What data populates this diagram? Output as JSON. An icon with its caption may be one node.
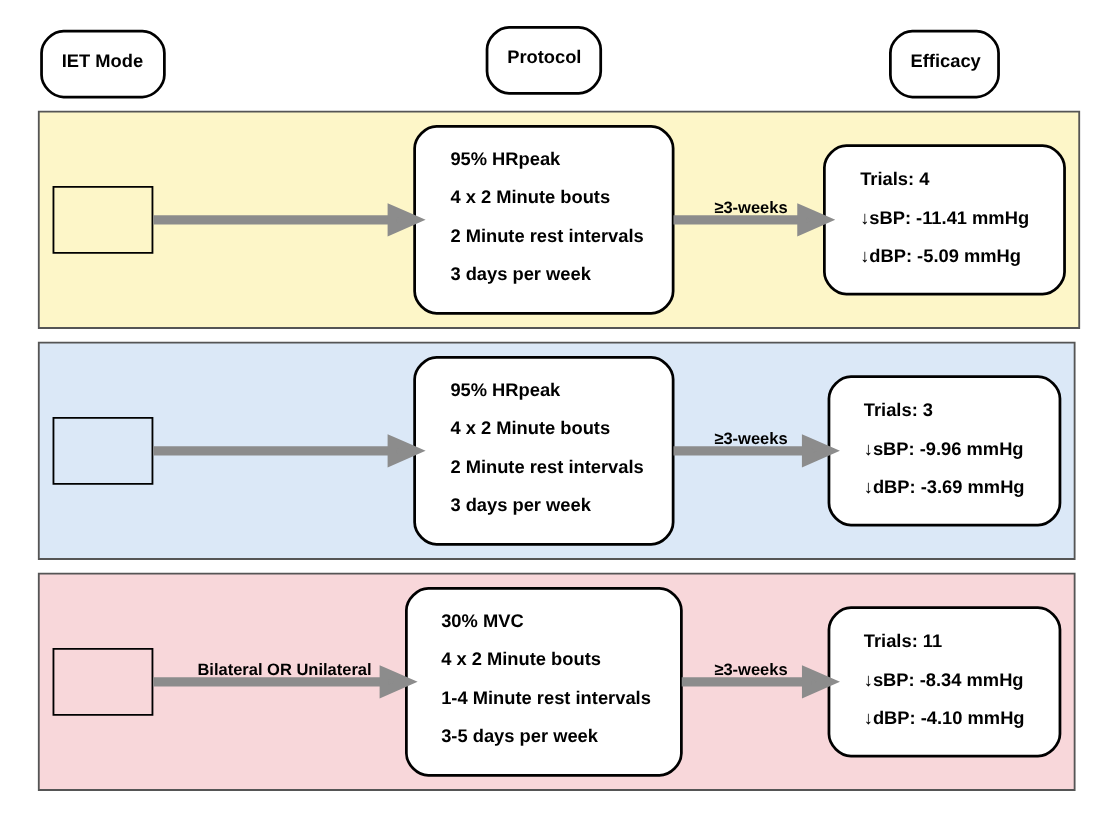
{
  "diagram": {
    "nodes": [
      {
        "text": [
          "IET Mode"
        ]
      },
      {
        "text": [
          "Protocol"
        ]
      },
      {
        "text": [
          "Efficacy"
        ]
      },
      {
        "text": [],
        "shape": "band"
      },
      {
        "text": [],
        "shape": "box",
        "in": 3
      },
      {
        "text": [
          "95% HRpeak",
          "4 x 2 Minute bouts",
          "2 Minute rest intervals",
          "3 days per week"
        ],
        "in": 3
      },
      {
        "text": [
          "Trials: 4",
          "↓sBP: -11.41 mmHg",
          "↓dBP: -5.09 mmHg"
        ],
        "in": 3
      },
      {
        "text": [],
        "shape": "band"
      },
      {
        "text": [],
        "shape": "box",
        "in": 7
      },
      {
        "text": [
          "95% HRpeak",
          "4 x 2 Minute bouts",
          "2 Minute rest intervals",
          "3 days per week"
        ],
        "in": 7
      },
      {
        "text": [
          "Trials: 3",
          "↓sBP: -9.96 mmHg",
          "↓dBP: -3.69 mmHg"
        ],
        "in": 7
      },
      {
        "text": [],
        "shape": "band"
      },
      {
        "text": [],
        "shape": "box",
        "in": 11
      },
      {
        "text": [
          "30% MVC",
          "4 x 2 Minute bouts",
          "1-4 Minute rest intervals",
          "3-5 days per week"
        ],
        "in": 11
      },
      {
        "text": [
          "Trials: 11",
          "↓sBP: -8.34 mmHg",
          "↓dBP: -4.10 mmHg"
        ],
        "in": 11
      }
    ],
    "edges": [
      {
        "from": 4,
        "to": 5,
        "arrow": "to"
      },
      {
        "from": 5,
        "to": 6,
        "arrow": "to",
        "label": "≥3-weeks"
      },
      {
        "from": 8,
        "to": 9,
        "arrow": "to"
      },
      {
        "from": 9,
        "to": 10,
        "arrow": "to",
        "label": "≥3-weeks"
      },
      {
        "from": 12,
        "to": 13,
        "arrow": "to",
        "label": "Bilateral OR Unilateral"
      },
      {
        "from": 13,
        "to": 14,
        "arrow": "to",
        "label": "≥3-weeks"
      }
    ]
  }
}
